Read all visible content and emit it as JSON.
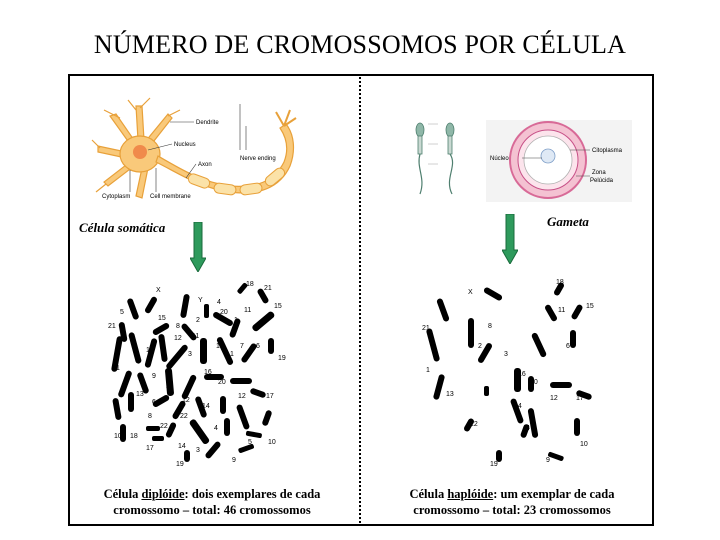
{
  "title": "NÚMERO DE CROMOSSOMOS POR CÉLULA",
  "left": {
    "label": "Célula somática",
    "neuron": {
      "dendrite": "Dendrite",
      "nucleus": "Nucleus",
      "axon": "Axon",
      "cytoplasm": "Cytoplasm",
      "membrane": "Cell membrane",
      "nerve_ending": "Nerve ending"
    },
    "caption_pre": "Célula ",
    "caption_key": "diplóide",
    "caption_post": ": dois exemplares de cada",
    "caption_line2": "cromossomo – total: 46 cromossomos"
  },
  "right": {
    "label": "Gameta",
    "egg": {
      "cytoplasm": "Citoplasma",
      "nucleus": "Núcleo",
      "zona": "Zona",
      "pellucida": "Pelúcida"
    },
    "caption_pre": "Célula ",
    "caption_key": "haplóide",
    "caption_post": ": um exemplar de cada",
    "caption_line2": "cromossomo – total: 23 cromossomos"
  },
  "colors": {
    "neuron_fill": "#f9c97a",
    "neuron_stroke": "#e8a13a",
    "nucleus": "#f08a4b",
    "arrow": "#2e9a5c",
    "egg_ring": "#e58ab0"
  }
}
